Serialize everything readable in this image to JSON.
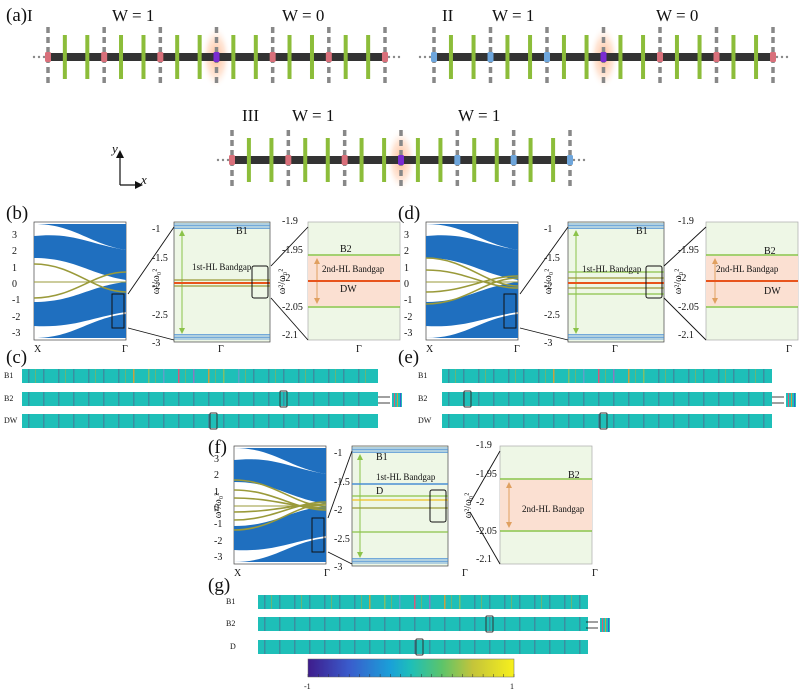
{
  "panels": {
    "a": "(a)",
    "b": "(b)",
    "c": "(c)",
    "d": "(d)",
    "e": "(e)",
    "f": "(f)",
    "g": "(g)"
  },
  "chains": [
    {
      "id": "I",
      "left": "W = 1",
      "right": "W = 0",
      "left_color": "#d9707b",
      "right_color": "#d9707b"
    },
    {
      "id": "II",
      "left": "W = 1",
      "right": "W = 0",
      "left_color": "#6ea6dc",
      "right_color": "#d9707b"
    },
    {
      "id": "III",
      "left": "W = 1",
      "right": "W = 1",
      "left_color": "#d9707b",
      "right_color": "#6ea6dc"
    }
  ],
  "axes": {
    "x": "x",
    "y": "y",
    "ylabel": "ω²/ω₀²",
    "band_y_ticks": [
      "3",
      "2",
      "1",
      "0",
      "-1",
      "-2",
      "-3"
    ],
    "band_x_ticks": [
      "X",
      "Γ"
    ],
    "gap_y_ticks": [
      "-1",
      "-1.5",
      "-2",
      "-2.5",
      "-3"
    ],
    "gap_x_tick": "Γ",
    "zoom_y_ticks": [
      "-1.9",
      "-1.95",
      "-2",
      "-2.05",
      "-2.1"
    ],
    "zoom_x_tick": "Γ"
  },
  "labels": {
    "b1": "B1",
    "b2": "B2",
    "dw": "DW",
    "d": "D",
    "gap1": "1st-HL Bandgap",
    "gap2": "2nd-HL Bandgap"
  },
  "colorbar": {
    "min": "-1",
    "max": "1"
  }
}
